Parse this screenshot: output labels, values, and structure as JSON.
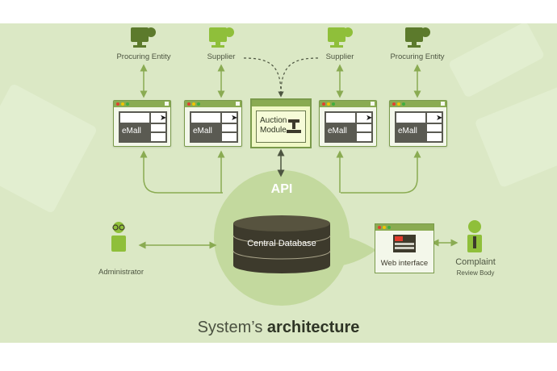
{
  "diagram": {
    "top_labels": [
      "Procuring Entity",
      "Supplier",
      "Supplier",
      "Procuring Entity"
    ],
    "emall_label": "eMall",
    "auction_label": "Auction Module",
    "api_label": "API",
    "database_label": "Central Database",
    "web_interface_label": "Web interface",
    "admin_label": "Administrator",
    "complaint_label": "Complaint",
    "review_body_label": "Review Body"
  },
  "title": {
    "regular": "System’s",
    "bold": "architecture"
  },
  "colors": {
    "background": "#dbe8c5",
    "accent_green": "#8aab52",
    "circle_green": "#c3d99e",
    "monitor_green": "#5c7a2c",
    "database_dark": "#3d3a2c",
    "auction_fill": "#f0f8c6"
  }
}
